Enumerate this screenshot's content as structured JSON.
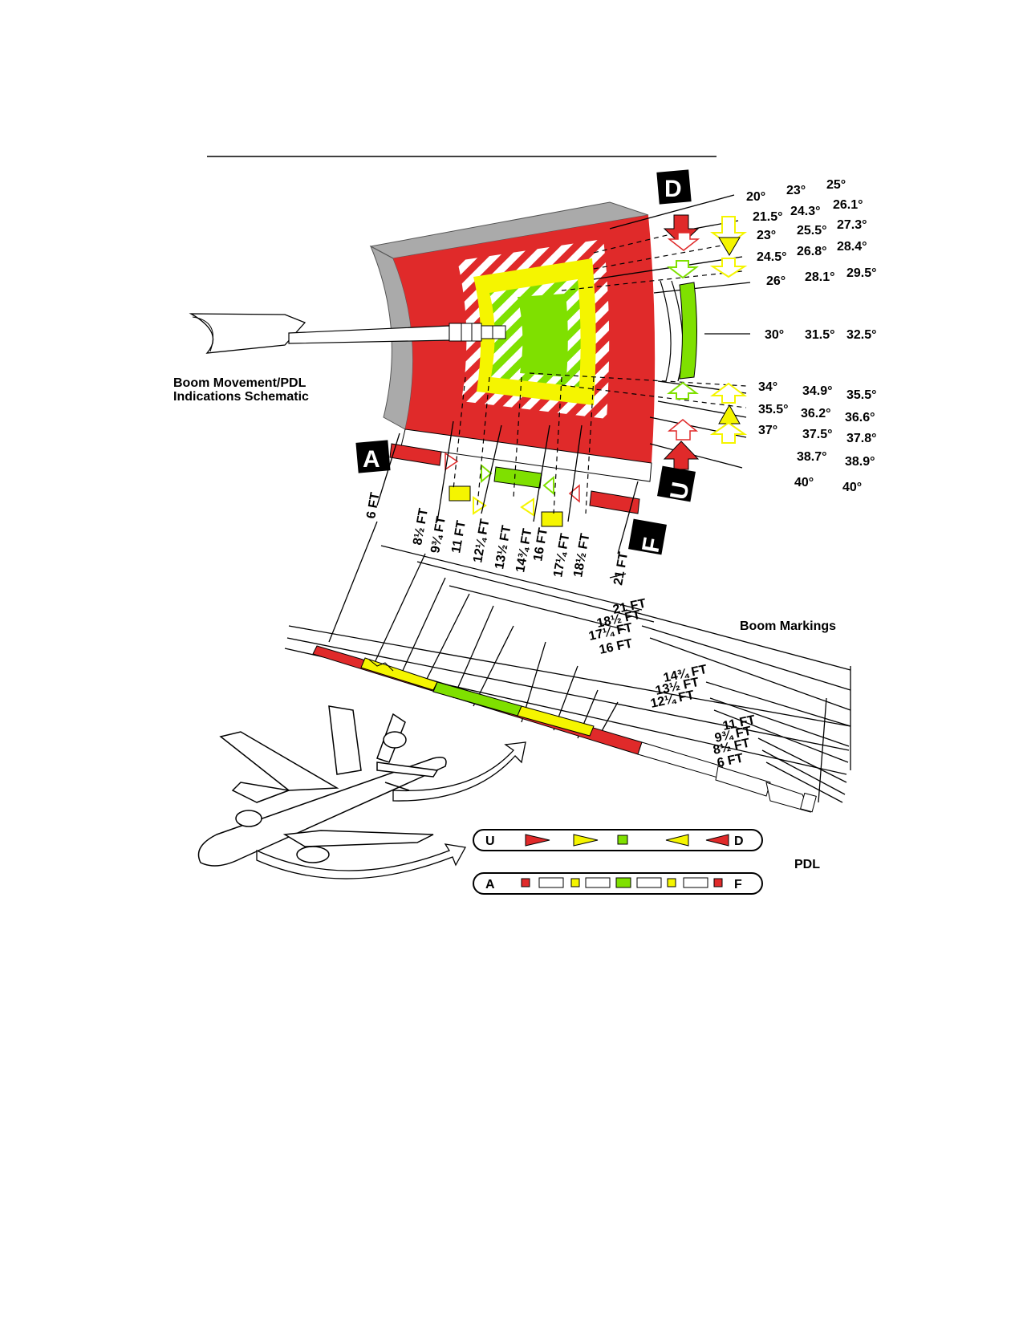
{
  "titles": {
    "schematic_line1": "Boom Movement/PDL",
    "schematic_line2": "Indications Schematic",
    "boom_markings": "Boom Markings",
    "pdl": "PDL"
  },
  "letters": {
    "up_down_top": "D",
    "up_down_bottom": "U",
    "aft": "A",
    "fwd": "F"
  },
  "angle_rows": [
    [
      "20°",
      "23°",
      "25°"
    ],
    [
      "21.5°",
      "24.3°",
      "26.1°"
    ],
    [
      "23°",
      "25.5°",
      "27.3°"
    ],
    [
      "24.5°",
      "26.8°",
      "28.4°"
    ],
    [
      "26°",
      "28.1°",
      "29.5°"
    ],
    [
      "30°",
      "31.5°",
      "32.5°"
    ],
    [
      "34°",
      "34.9°",
      "35.5°"
    ],
    [
      "35.5°",
      "36.2°",
      "36.6°"
    ],
    [
      "37°",
      "37.5°",
      "37.8°"
    ],
    [
      "38.7°",
      "38.9°"
    ],
    [
      "40°",
      "40°"
    ]
  ],
  "extension_labels": [
    "6 FT",
    "8½ FT",
    "9¾ FT",
    "11 FT",
    "12¼ FT",
    "13½ FT",
    "14¾ FT",
    "16 FT",
    "17¼ FT",
    "18½ FT",
    "21 FT"
  ],
  "boom_marking_labels_upper": [
    "21 FT",
    "18½ FT",
    "17¼ FT",
    "16 FT"
  ],
  "boom_marking_labels_middle": [
    "14¾ FT",
    "13½ FT",
    "12¼ FT"
  ],
  "boom_marking_labels_lower": [
    "11 FT",
    "9¾ FT",
    "8½ FT",
    "6 FT"
  ],
  "pdl_top_letters": [
    "U",
    "D"
  ],
  "pdl_bottom_letters": [
    "A",
    "F"
  ],
  "colors": {
    "red": "#e02a2a",
    "yellow": "#f5f500",
    "green": "#7fe000",
    "gray": "#aaaaaa",
    "black": "#000000"
  }
}
